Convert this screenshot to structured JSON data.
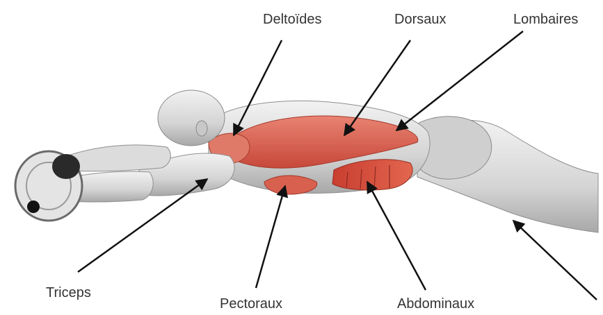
{
  "labels": {
    "deltoides": "Deltoïdes",
    "dorsaux": "Dorsaux",
    "lombaires": "Lombaires",
    "triceps": "Triceps",
    "pectoraux": "Pectoraux",
    "abdominaux": "Abdominaux"
  },
  "colors": {
    "muscle_highlight": "#d9604f",
    "muscle_dark": "#b23a2b",
    "body_grey": "#d8d8d8",
    "body_shadow": "#9a9a9a",
    "arrow": "#111111",
    "label_text": "#333333"
  }
}
